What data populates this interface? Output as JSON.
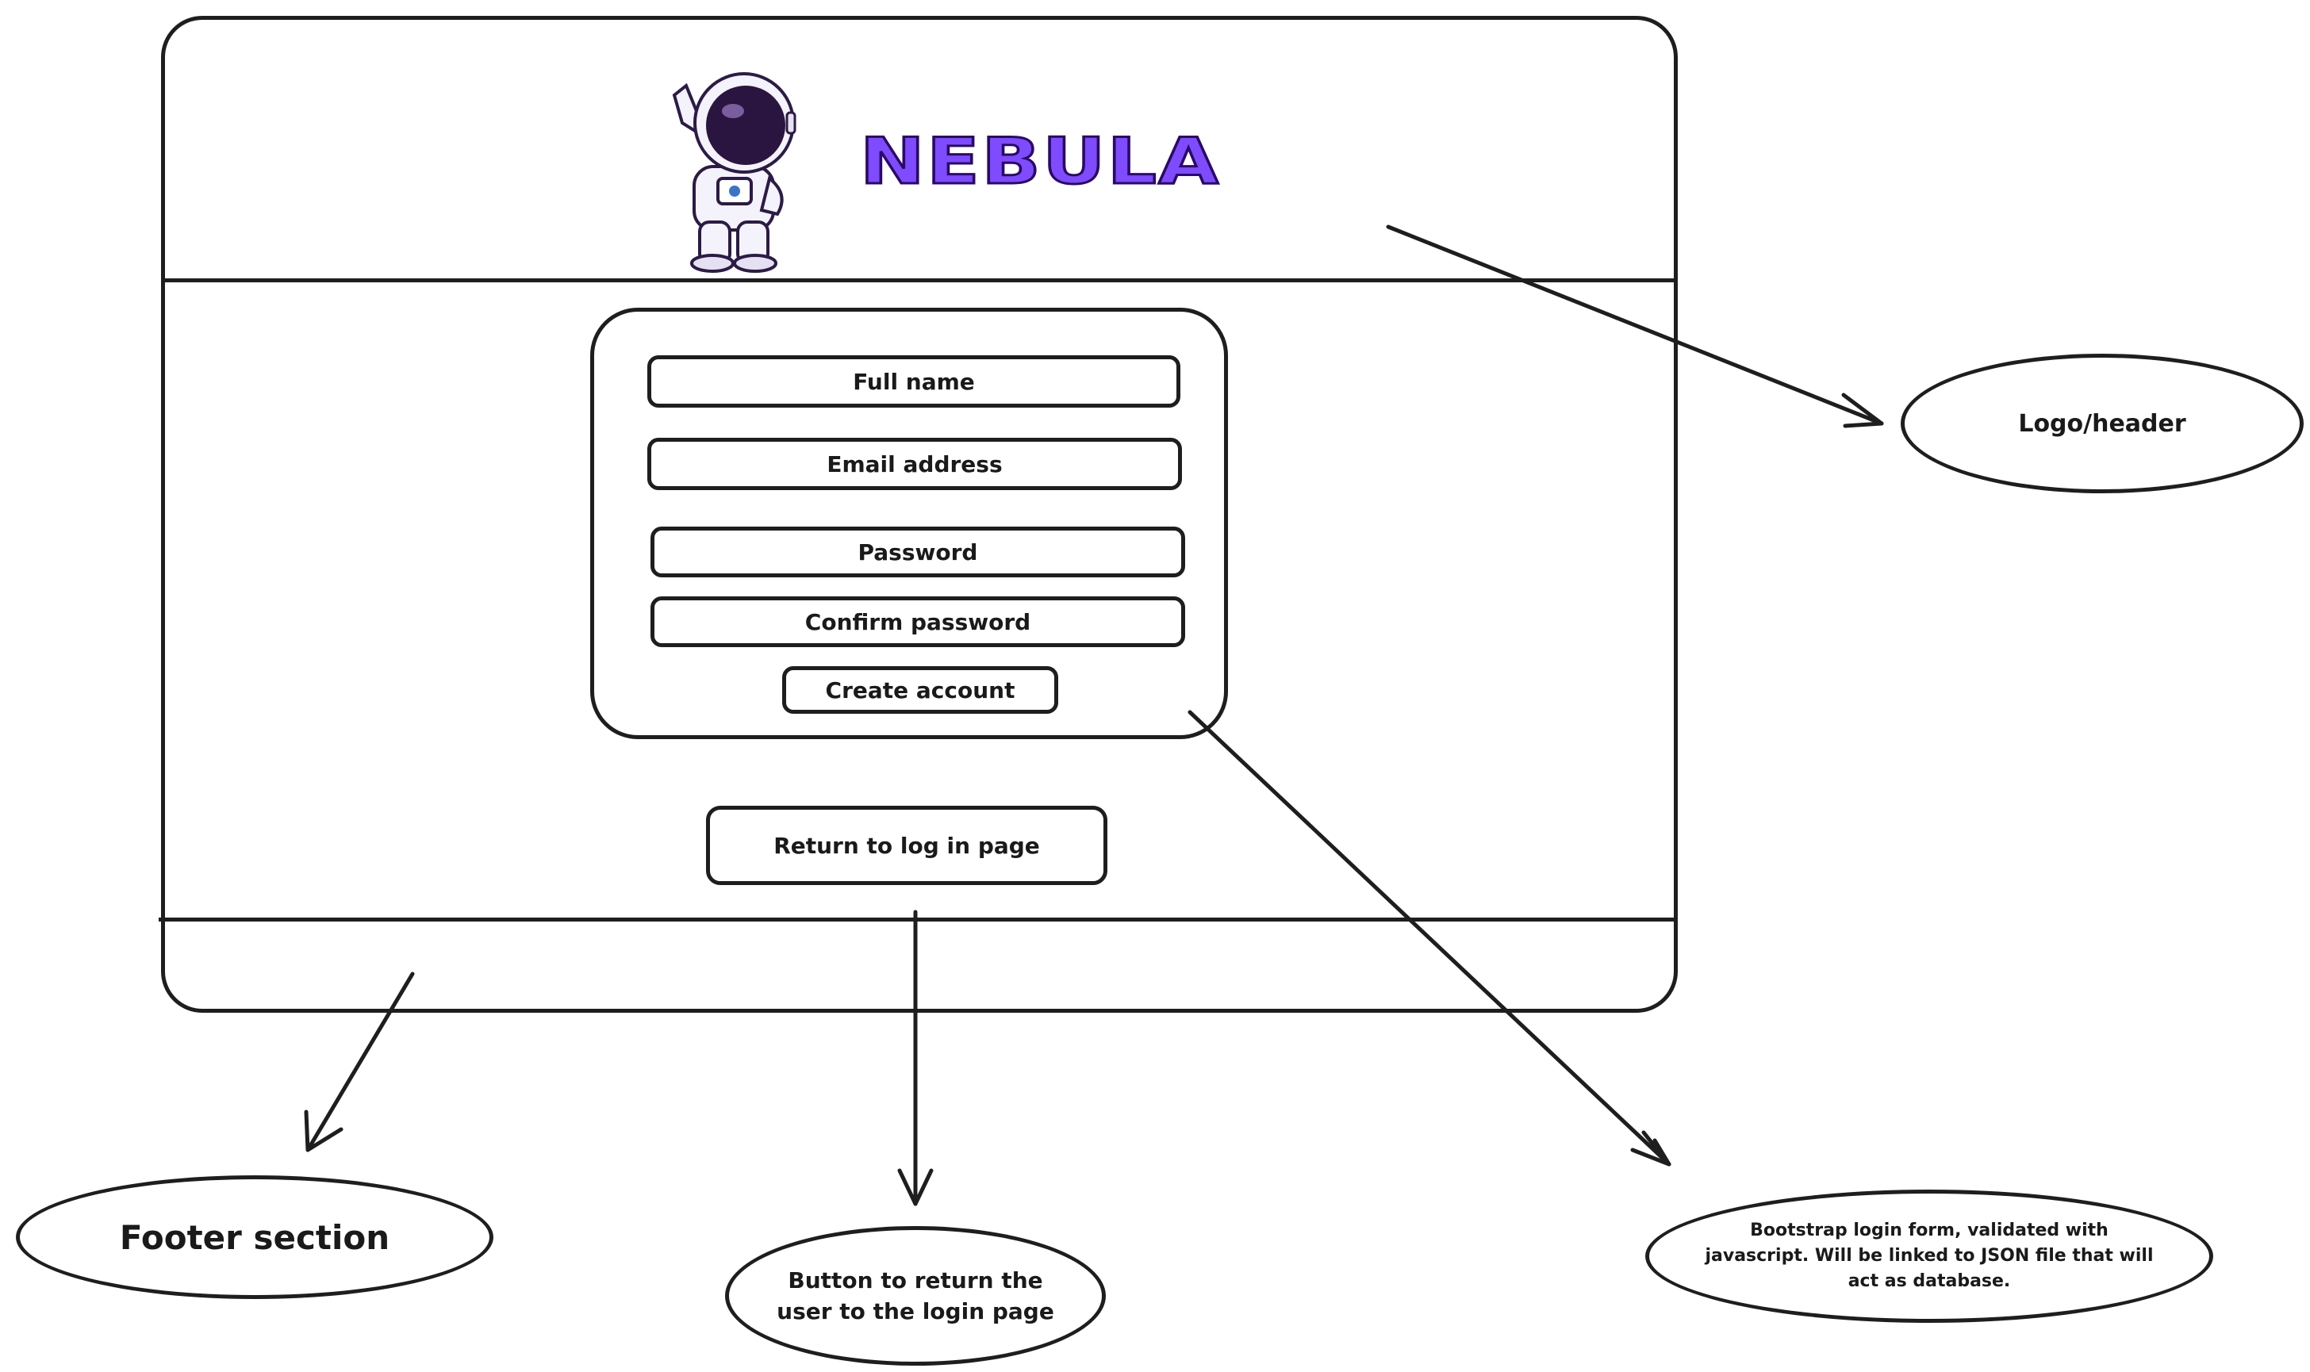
{
  "brand": {
    "logo_text": "NEBULA",
    "accent_color": "#7f4bff"
  },
  "form": {
    "fields": [
      {
        "name": "full-name-field",
        "label": "Full name"
      },
      {
        "name": "email-field",
        "label": "Email address"
      },
      {
        "name": "password-field",
        "label": "Password"
      },
      {
        "name": "confirm-password-field",
        "label": "Confirm password"
      }
    ],
    "submit_label": "Create account"
  },
  "return_button_label": "Return to log in page",
  "annotations": {
    "header": "Logo/header",
    "footer": "Footer section",
    "return_button": "Button to return the user to the login page",
    "form": "Bootstrap login form, validated with javascript. Will be linked to JSON file that will act as database."
  },
  "icons": {
    "mascot": "astronaut-icon"
  }
}
